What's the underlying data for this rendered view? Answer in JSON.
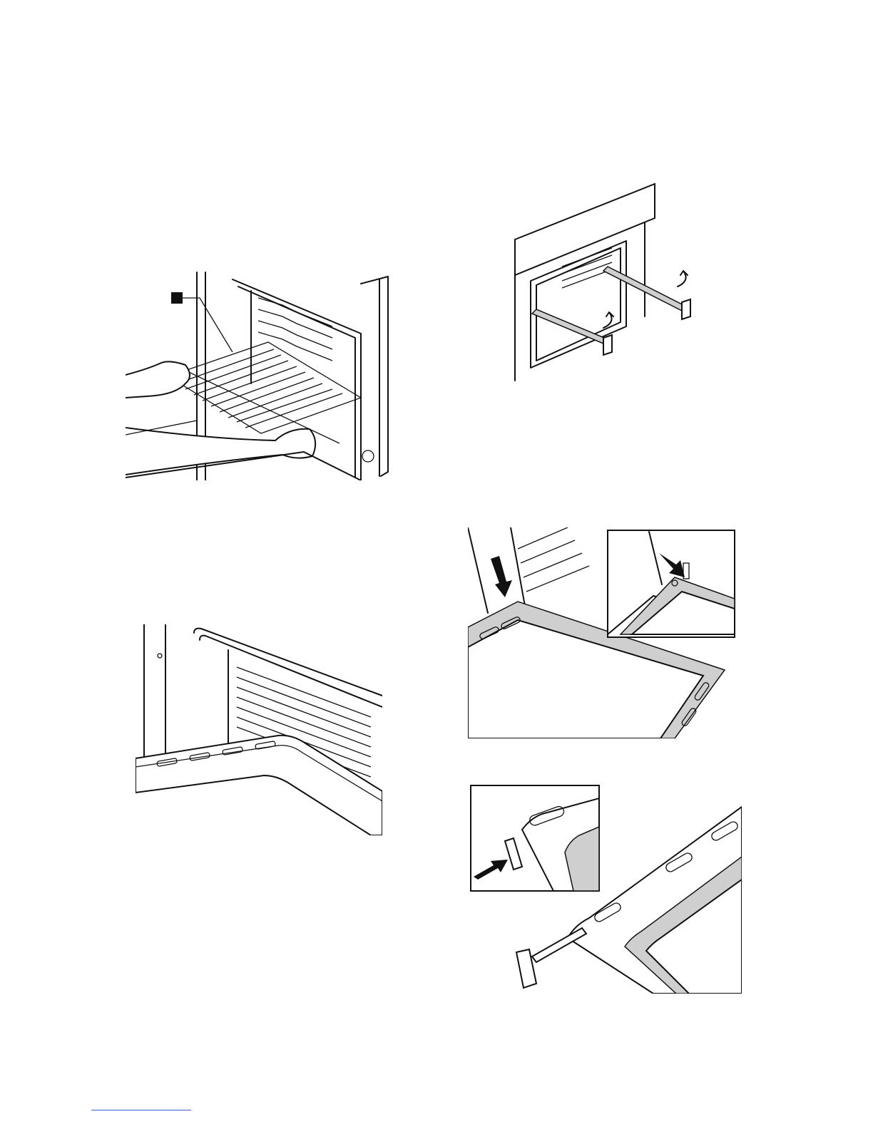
{
  "page": {
    "figures": [
      {
        "name": "oven-shelf-insert",
        "callout_marker": true
      },
      {
        "name": "oven-telescopic-rails"
      },
      {
        "name": "oven-tray-side-racks"
      },
      {
        "name": "tray-clip-detail",
        "inset": true
      },
      {
        "name": "tray-rail-detail",
        "inset": true
      }
    ]
  },
  "colors": {
    "line": "#111111",
    "shading": "#cfcfcf",
    "footer_rule": "#3b5bd6"
  }
}
